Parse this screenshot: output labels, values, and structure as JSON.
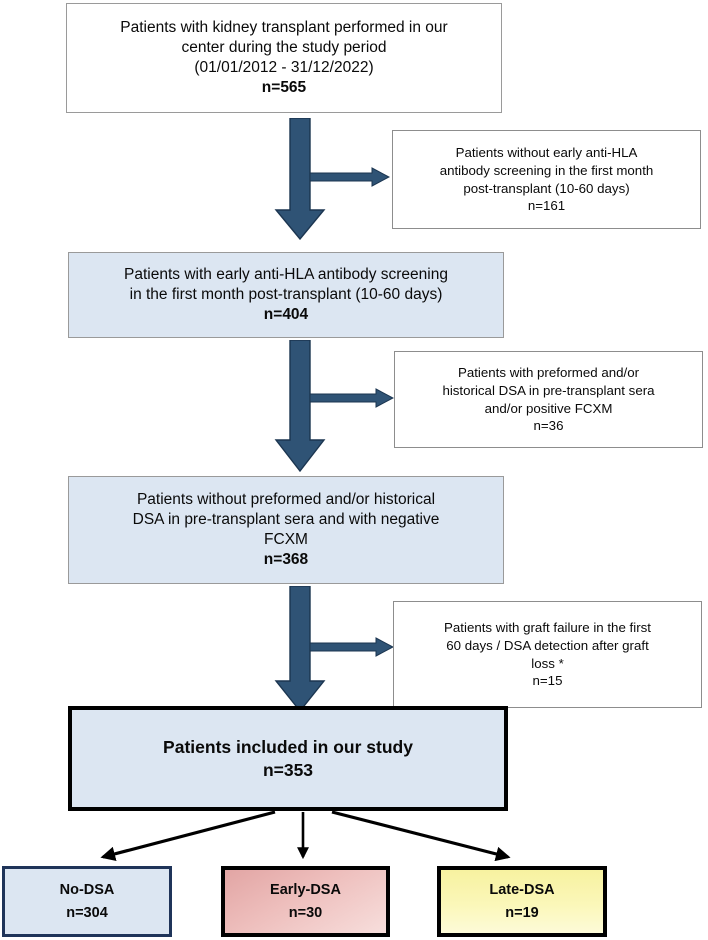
{
  "diagram": {
    "title": "Study participant flow diagram (CONSORT-style)",
    "colors": {
      "box_blue_fill": "#dce6f2",
      "box_white_fill": "#ffffff",
      "box_gray_border": "#9a9a9a",
      "arrow_blue": "#2f5375",
      "arrow_blue_outline": "#1f3a56",
      "final_border": "#000000",
      "nodsa_border": "#1f3459",
      "early_dsa_fill": "#e2a5a4",
      "late_dsa_fill": "#f7f2a0"
    }
  },
  "boxes": {
    "source": {
      "line1": "Patients with kidney transplant performed in our",
      "line2": "center during the study period",
      "line3": "(01/01/2012 - 31/12/2022)",
      "n": "n=565"
    },
    "excluded_no_screening": {
      "line1": "Patients without early anti-HLA",
      "line2": "antibody screening in the first month",
      "line3": "post-transplant (10-60 days)",
      "n": "n=161"
    },
    "screened": {
      "line1": "Patients with early anti-HLA antibody screening",
      "line2": "in the first month post-transplant (10-60 days)",
      "n": "n=404"
    },
    "excluded_preformed_dsa": {
      "line1": "Patients with preformed and/or",
      "line2": "historical DSA in pre-transplant sera",
      "line3": "and/or positive FCXM",
      "n": "n=36"
    },
    "no_preformed_dsa": {
      "line1": "Patients without preformed and/or historical",
      "line2": "DSA in pre-transplant sera and with negative",
      "line3": "FCXM",
      "n": "n=368"
    },
    "excluded_graft_failure": {
      "line1": "Patients with graft failure in the first",
      "line2": "60 days / DSA detection after graft",
      "line3": "loss *",
      "n": "n=15"
    },
    "included": {
      "line1": "Patients included in our study",
      "n": "n=353"
    }
  },
  "groups": [
    {
      "label": "No-DSA",
      "n": "n=304"
    },
    {
      "label": "Early-DSA",
      "n": "n=30"
    },
    {
      "label": "Late-DSA",
      "n": "n=19"
    }
  ],
  "chart_data": {
    "type": "diagram",
    "flow": "patient-selection-flowchart",
    "nodes": [
      {
        "id": "source",
        "label": "Patients with kidney transplant performed in our center during the study period (01/01/2012 - 31/12/2022)",
        "n": 565
      },
      {
        "id": "excluded_no_screening",
        "label": "Patients without early anti-HLA antibody screening in the first month post-transplant (10-60 days)",
        "n": 161
      },
      {
        "id": "screened",
        "label": "Patients with early anti-HLA antibody screening in the first month post-transplant (10-60 days)",
        "n": 404
      },
      {
        "id": "excluded_preformed_dsa",
        "label": "Patients with preformed and/or historical DSA in pre-transplant sera and/or positive FCXM",
        "n": 36
      },
      {
        "id": "no_preformed_dsa",
        "label": "Patients without preformed and/or historical DSA in pre-transplant sera and with negative FCXM",
        "n": 368
      },
      {
        "id": "excluded_graft_failure",
        "label": "Patients with graft failure in the first 60 days / DSA detection after graft loss *",
        "n": 15
      },
      {
        "id": "included",
        "label": "Patients included in our study",
        "n": 353
      },
      {
        "id": "no_dsa",
        "label": "No-DSA",
        "n": 304
      },
      {
        "id": "early_dsa",
        "label": "Early-DSA",
        "n": 30
      },
      {
        "id": "late_dsa",
        "label": "Late-DSA",
        "n": 19
      }
    ],
    "edges": [
      {
        "from": "source",
        "to": "screened"
      },
      {
        "from": "source",
        "to": "excluded_no_screening"
      },
      {
        "from": "screened",
        "to": "no_preformed_dsa"
      },
      {
        "from": "screened",
        "to": "excluded_preformed_dsa"
      },
      {
        "from": "no_preformed_dsa",
        "to": "included"
      },
      {
        "from": "no_preformed_dsa",
        "to": "excluded_graft_failure"
      },
      {
        "from": "included",
        "to": "no_dsa"
      },
      {
        "from": "included",
        "to": "early_dsa"
      },
      {
        "from": "included",
        "to": "late_dsa"
      }
    ]
  }
}
